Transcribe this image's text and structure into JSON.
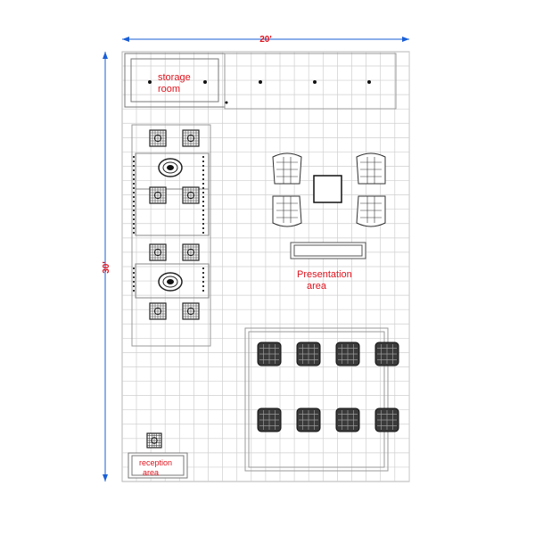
{
  "dimensions": {
    "width_label": "20'",
    "height_label": "30'"
  },
  "labels": {
    "storage_line1": "storage",
    "storage_line2": "room",
    "presentation_line1": "Presentation",
    "presentation_line2": "area",
    "reception_line1": "reception",
    "reception_line2": "area"
  },
  "colors": {
    "dimension": "#1a5fd6",
    "label": "#e0141e",
    "grid": "#c8c8c8",
    "furniture": "#333333"
  }
}
